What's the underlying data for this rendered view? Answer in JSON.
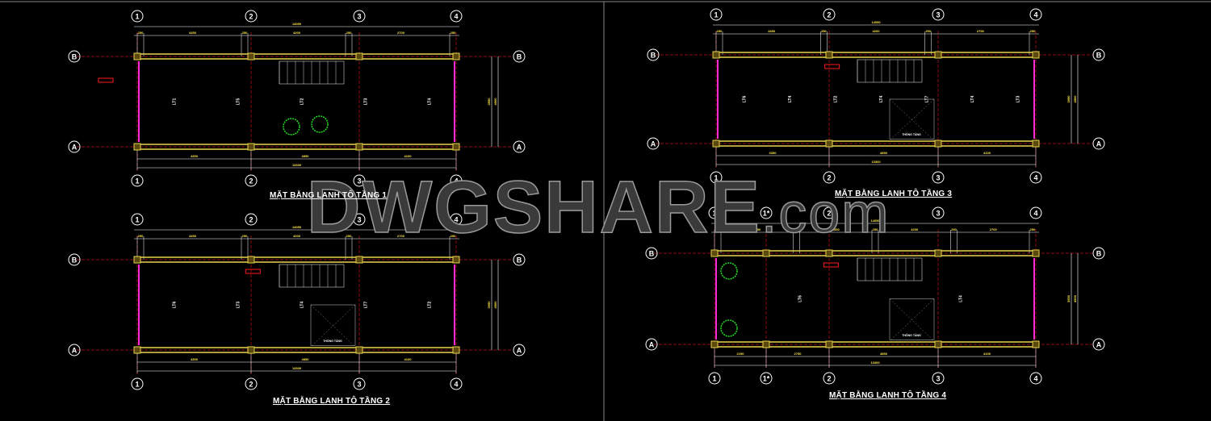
{
  "watermark": {
    "main": "DWGSHARE",
    "suffix": ".com"
  },
  "colors": {
    "wall": "#e8d24a",
    "grid_line": "#c0101a",
    "glass": "#ff2bd6",
    "dim": "#ffffff",
    "tree": "#22dd22",
    "tag": "#ff1a1a"
  },
  "plans": [
    {
      "id": "tang-1",
      "title": "MẶT BẰNG LANH TÔ TẦNG 1",
      "axes_x": [
        "1",
        "2",
        "3",
        "4"
      ],
      "axes_y": [
        "B",
        "A"
      ],
      "dim_total_top": "14050",
      "dim_top": [
        "250",
        "4450",
        "250",
        "4200",
        "250",
        "2700",
        "250"
      ],
      "dim_bottom": [
        "4350",
        "4850",
        "4100"
      ],
      "dim_total_bottom": "13300",
      "dim_side": [
        "3950",
        "4500"
      ],
      "labels": [
        "LT1",
        "LT5",
        "LT2",
        "LT3",
        "LT4"
      ]
    },
    {
      "id": "tang-2",
      "title": "MẶT BẰNG LANH TÔ TẦNG 2",
      "axes_x": [
        "1",
        "2",
        "3",
        "4"
      ],
      "axes_y": [
        "B",
        "A"
      ],
      "dim_total_top": "14050",
      "dim_top": [
        "250",
        "4450",
        "250",
        "4200",
        "250",
        "2700",
        "250"
      ],
      "dim_bottom": [
        "4350",
        "4850",
        "4100"
      ],
      "dim_total_bottom": "13300",
      "dim_side": [
        "3950",
        "4500"
      ],
      "labels": [
        "LT6",
        "LT3",
        "LT4",
        "LT7",
        "LT2"
      ],
      "void_label": "THÔNG TẦNG"
    },
    {
      "id": "tang-3",
      "title": "MẶT BẰNG LANH TÔ TẦNG 3",
      "axes_x": [
        "1",
        "2",
        "3",
        "4"
      ],
      "axes_y": [
        "B",
        "A"
      ],
      "dim_total_top": "14050",
      "dim_top": [
        "250",
        "4450",
        "250",
        "4200",
        "250",
        "2700",
        "250"
      ],
      "dim_bottom": [
        "4350",
        "4850",
        "4100"
      ],
      "dim_total_bottom": "13300",
      "dim_side": [
        "3950",
        "4500"
      ],
      "labels": [
        "LT6",
        "LT4",
        "LT2",
        "LT4",
        "LT7",
        "LT4",
        "LT3"
      ],
      "void_label": "THÔNG TẦNG"
    },
    {
      "id": "tang-4",
      "title": "MẶT BẰNG LANH TÔ TẦNG 4",
      "axes_x": [
        "1",
        "1*",
        "2",
        "3",
        "4"
      ],
      "axes_y": [
        "B",
        "A"
      ],
      "dim_total_top": "14050",
      "dim_top": [
        "250",
        "1850",
        "250",
        "2450",
        "250",
        "4200",
        "250",
        "2700",
        "250"
      ],
      "dim_bottom": [
        "2150",
        "2750",
        "4850",
        "4100"
      ],
      "dim_total_bottom": "13300",
      "dim_side": [
        "3950",
        "4500"
      ],
      "labels": [
        "LT6",
        "LT4"
      ],
      "void_label": "THÔNG TẦNG"
    }
  ]
}
